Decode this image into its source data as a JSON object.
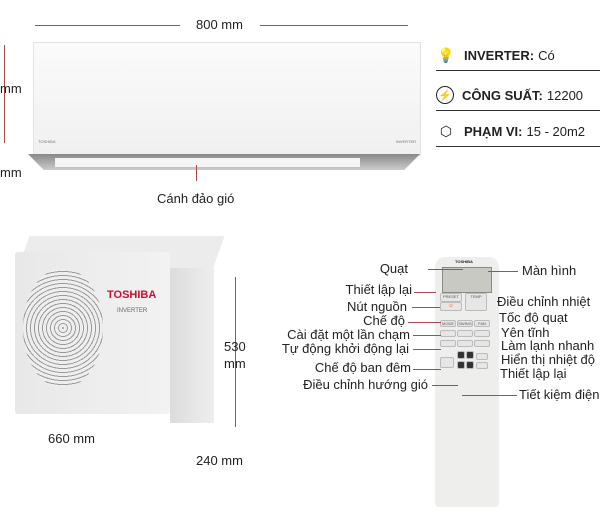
{
  "indoor": {
    "width": "800 mm",
    "height_partial": "mm",
    "depth_partial": "mm",
    "louver": "Cánh đảo gió",
    "brand": "TOSHIBA",
    "badge": "INVERTER"
  },
  "specs": [
    {
      "icon": "lightbulb-icon",
      "label": "INVERTER:",
      "value": "Có"
    },
    {
      "icon": "power-bolt-icon",
      "label": "CÔNG SUẤT:",
      "value": "12200"
    },
    {
      "icon": "cube-icon",
      "label": "PHẠM VI:",
      "value": "15 - 20m2"
    }
  ],
  "outdoor": {
    "height": "530",
    "height_unit": "mm",
    "width": "660 mm",
    "depth": "240 mm",
    "brand": "TOSHIBA",
    "badge": "INVERTER"
  },
  "remote": {
    "brand": "TOSHIBA",
    "left_labels": [
      "Quạt",
      "Thiết lập lại",
      "Nút nguồn",
      "Chế độ",
      "Cài đặt một lần chạm",
      "Tự động khởi động lại",
      "Chế độ ban đêm",
      "Điều chỉnh hướng gió"
    ],
    "right_labels": [
      "Màn hình",
      "Điều chỉnh nhiệt",
      "Tốc độ quạt",
      "Yên tĩnh",
      "Làm lạnh nhanh",
      "Hiển thị nhiệt độ",
      "Thiết lập lại",
      "Tiết kiệm điện"
    ]
  }
}
